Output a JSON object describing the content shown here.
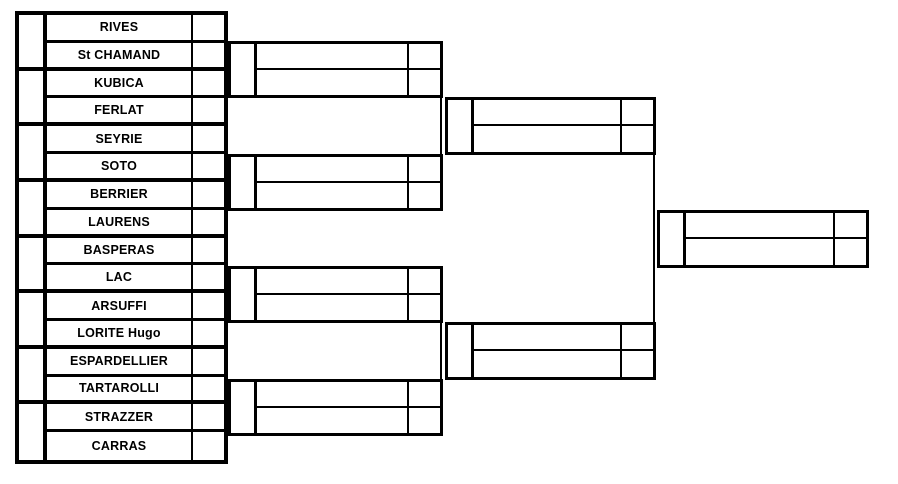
{
  "colors": {
    "line": "#000000",
    "background": "#ffffff",
    "text": "#000000"
  },
  "bracket": {
    "round1": {
      "players": [
        "RIVES",
        "St CHAMAND",
        "KUBICA",
        "FERLAT",
        "SEYRIE",
        "SOTO",
        "BERRIER",
        "LAURENS",
        "BASPERAS",
        "LAC",
        "ARSUFFI",
        "LORITE Hugo",
        "ESPARDELLIER",
        "TARTAROLLI",
        "STRAZZER",
        "CARRAS"
      ],
      "scores": [
        "",
        "",
        "",
        "",
        "",
        "",
        "",
        "",
        "",
        "",
        "",
        "",
        "",
        "",
        "",
        ""
      ]
    },
    "round2": {
      "matches": [
        {
          "top": "",
          "bottom": ""
        },
        {
          "top": "",
          "bottom": ""
        },
        {
          "top": "",
          "bottom": ""
        },
        {
          "top": "",
          "bottom": ""
        }
      ]
    },
    "semifinals": {
      "matches": [
        {
          "top": "",
          "bottom": ""
        },
        {
          "top": "",
          "bottom": ""
        }
      ]
    },
    "final": {
      "top": "",
      "bottom": ""
    }
  }
}
